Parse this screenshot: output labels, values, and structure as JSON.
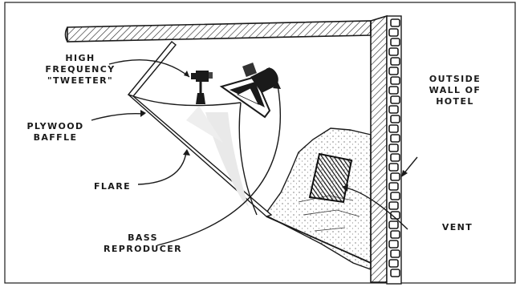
{
  "labels": {
    "high_frequency_tweeter": [
      "HIGH",
      "FREQUENCY",
      "\"TWEETER\""
    ],
    "plywood_baffle": [
      "PLYWOOD",
      "BAFFLE"
    ],
    "flare": "FLARE",
    "bass_reproducer": [
      "BASS",
      "REPRODUCER"
    ],
    "outside_wall": [
      "OUTSIDE",
      "WALL OF",
      "HOTEL"
    ],
    "vent": "VENT"
  },
  "colors": {
    "ink": "#1a1a1a",
    "paper": "#ffffff",
    "plaster": "#f4f4f2"
  }
}
